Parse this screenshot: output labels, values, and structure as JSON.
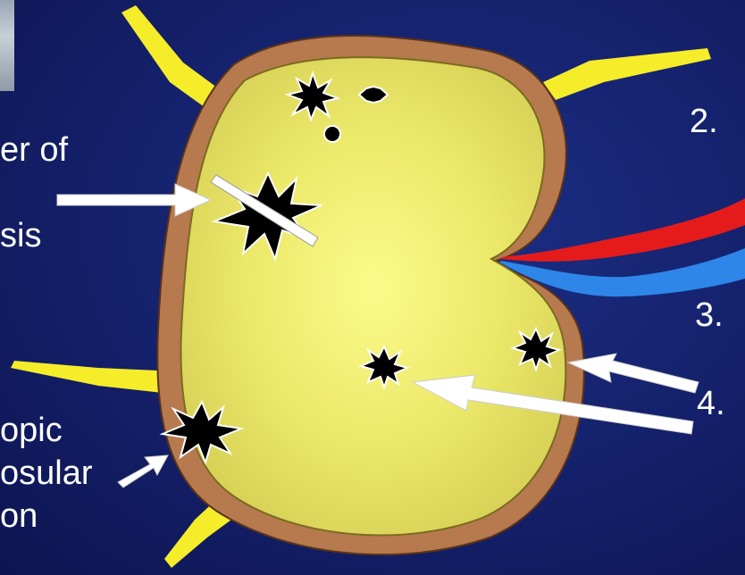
{
  "labels": {
    "left_top_line1": "er of",
    "left_top_line2": "sis",
    "right_2": "2.",
    "right_3": "3.",
    "right_4": "4.",
    "left_bottom_line1": "opic",
    "left_bottom_line2": "osular",
    "left_bottom_line3": "on"
  },
  "colors": {
    "background": "#14206a",
    "organ_fill": "#e8e56a",
    "capsule": "#b5784c",
    "nerve_yellow": "#f5ec2a",
    "artery_red": "#e51b1b",
    "vein_blue": "#2e86e8",
    "arrow_white": "#ffffff",
    "lesion_black": "#000000"
  },
  "icons": {
    "corner_image": "microscopy-thumbnail-fragment",
    "lesion": "black-starburst-lesion"
  }
}
